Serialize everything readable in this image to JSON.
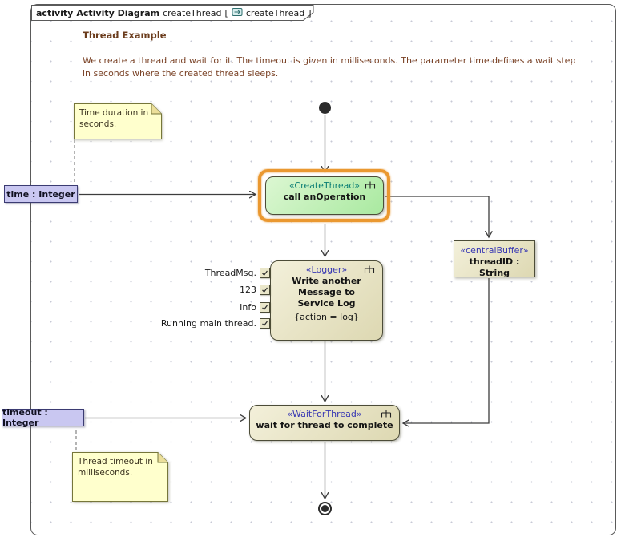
{
  "frame_label": {
    "keyword": "activity",
    "diagram_type": "Activity Diagram",
    "diagram_name": "createThread",
    "context_open": "[",
    "context_name": "createThread",
    "context_close": "]"
  },
  "heading": {
    "title": "Thread Example",
    "description": "We create a thread and wait for it. The timeout is given in milliseconds. The parameter time defines a wait step in seconds where the created thread sleeps."
  },
  "notes": {
    "time": "Time duration in seconds.",
    "timeout": "Thread timeout in milliseconds."
  },
  "parameters": {
    "time": "time : Integer",
    "timeout": "timeout : Integer"
  },
  "nodes": {
    "create_thread": {
      "stereotype": "«CreateThread»",
      "name": "call anOperation"
    },
    "logger": {
      "stereotype": "«Logger»",
      "name": "Write another Message to Service Log",
      "tagged_value": "{action = log}"
    },
    "central_buffer": {
      "stereotype": "«centralBuffer»",
      "name": "threadID : String"
    },
    "wait_for_thread": {
      "stereotype": "«WaitForThread»",
      "name": "wait for thread to complete"
    }
  },
  "pins": [
    {
      "label": "ThreadMsg."
    },
    {
      "label": "123"
    },
    {
      "label": "Info"
    },
    {
      "label": "Running main thread."
    }
  ],
  "colors": {
    "action_fill": "#ded9b3",
    "create_thread_fill": "#a9e9a0",
    "selection_highlight": "#ea9830",
    "parameter_fill": "#c9c7f1",
    "note_fill": "#ffffcd",
    "stereotype_blue": "#3737b3",
    "stereotype_teal": "#0b7e74",
    "edge_color": "#3d3d3d",
    "text_brown": "#7a4226"
  }
}
